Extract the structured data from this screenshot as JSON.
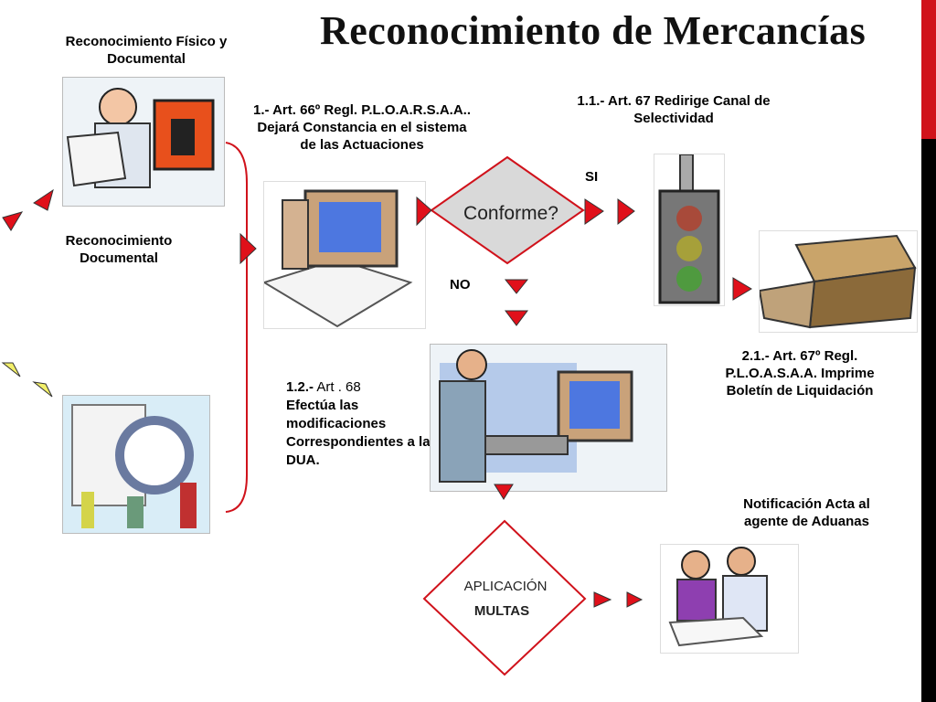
{
  "title": "Reconocimiento de Mercancías",
  "labels": {
    "fisico": "Reconocimiento Físico y Documental",
    "documental": "Reconocimiento Documental",
    "paso1": "1.-   Art. 66º Regl. P.L.O.A.R.S.A.A.. Dejará Constancia en el sistema de las Actuaciones",
    "paso11": "1.1.- Art. 67 Redirige Canal de Selectividad",
    "si": "SI",
    "no": "NO",
    "conforme": "Conforme?",
    "paso12_num": "1.2.-",
    "paso12_art": " Art . 68",
    "paso12_body": "Efectúa las modificaciones Correspondientes a la DUA.",
    "paso21": "2.1.- Art. 67º Regl. P.L.O.A.S.A.A. Imprime Boletín de Liquidación",
    "notificacion": "Notificación Acta al agente de Aduanas",
    "aplicacion_1": "APLICACIÓN",
    "aplicacion_2": "MULTAS"
  },
  "illustrations": {
    "man_with_box": "man-reading-box-illustration",
    "team_magnifier": "team-magnifier-illustration",
    "computer_docs": "computer-documents-illustration",
    "traffic_light": "traffic-light-illustration",
    "printer": "printer-illustration",
    "man_at_computer": "man-at-computer-illustration",
    "meeting": "two-people-meeting-illustration"
  },
  "colors": {
    "accent_red": "#d0121b",
    "diamond_fill": "#d9d9d9",
    "arrow_red": "#e0101a",
    "arrow_yellow": "#f2ef6a"
  }
}
